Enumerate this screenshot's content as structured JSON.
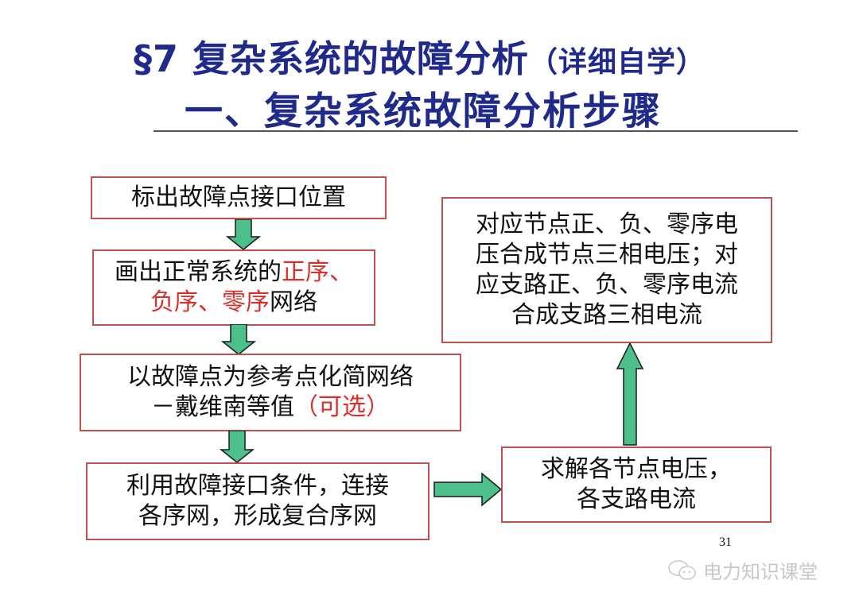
{
  "slide": {
    "title_main": "§7 复杂系统的故障分析",
    "title_sub": "（详细自学）",
    "subtitle": "一、复杂系统故障分析步骤",
    "page_number": "31",
    "watermark": "电力知识课堂"
  },
  "colors": {
    "title": "#1f2a8a",
    "box_border": "#c0504d",
    "arrow_fill": "#4dbf8a",
    "highlight": "#d9302c"
  },
  "flow": {
    "step1": {
      "line1": "标出故障点接口位置"
    },
    "step2": {
      "line1_black": "画出正常系统的",
      "line1_red": "正序、",
      "line2_red": "负序、零序",
      "line2_black": "网络"
    },
    "step3": {
      "line1": "以故障点为参考点化简网络",
      "line2_black": "－戴维南等值",
      "line2_red": "（可选）"
    },
    "step4": {
      "line1": "利用故障接口条件，连接",
      "line2": "各序网，形成复合序网"
    },
    "step5": {
      "line1": "求解各节点电压，",
      "line2": "各支路电流"
    },
    "step6": {
      "line1": "对应节点正、负、零序电",
      "line2": "压合成节点三相电压；对",
      "line3": "应支路正、负、零序电流",
      "line4": "合成支路三相电流"
    }
  }
}
